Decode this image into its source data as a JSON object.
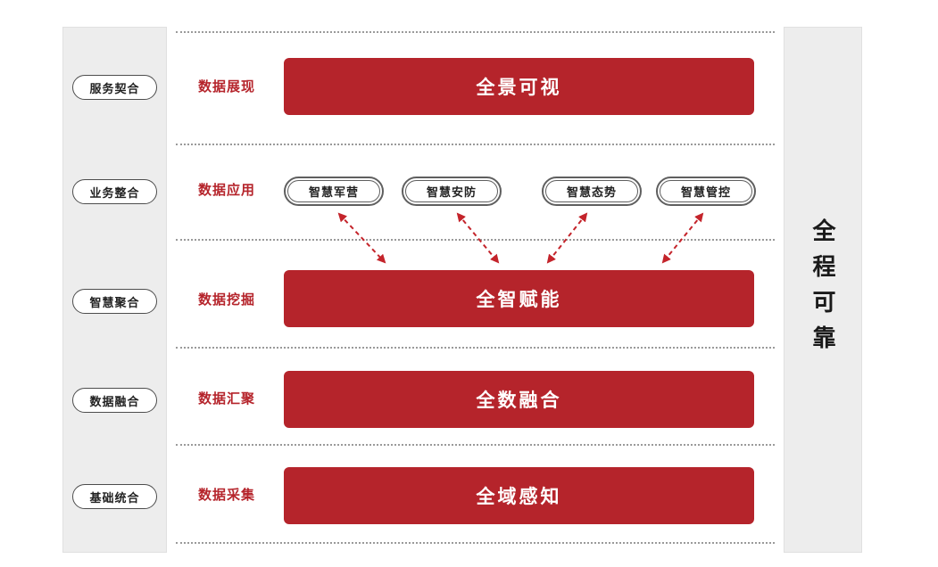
{
  "colors": {
    "accent_red": "#b5242b",
    "panel_gray": "#ededed",
    "dotted_gray": "#9a9a9a"
  },
  "left_panel": {
    "items": [
      "服务契合",
      "业务整合",
      "智慧聚合",
      "数据融合",
      "基础统合"
    ]
  },
  "right_panel": {
    "label": "全程可靠"
  },
  "rows": [
    {
      "stage": "数据展现",
      "bar": "全景可视"
    },
    {
      "stage": "数据应用",
      "pills": [
        "智慧军营",
        "智慧安防",
        "智慧态势",
        "智慧管控"
      ]
    },
    {
      "stage": "数据挖掘",
      "bar": "全智赋能"
    },
    {
      "stage": "数据汇聚",
      "bar": "全数融合"
    },
    {
      "stage": "数据采集",
      "bar": "全域感知"
    }
  ]
}
